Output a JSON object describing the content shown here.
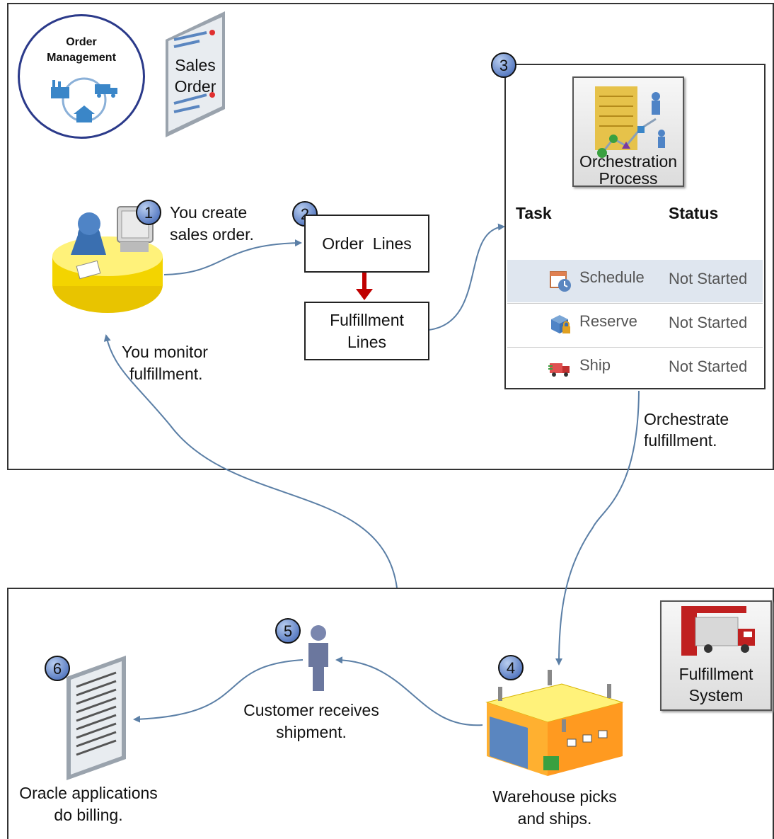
{
  "order_management": {
    "line1": "Order",
    "line2": "Management"
  },
  "sales_order": {
    "line1": "Sales",
    "line2": "Order"
  },
  "step1": {
    "number": "1",
    "line1": "You create",
    "line2": "sales order."
  },
  "step2": {
    "number": "2",
    "box1": "Order  Lines",
    "box2_line1": "Fulfillment",
    "box2_line2": "Lines"
  },
  "step3": {
    "number": "3",
    "tile_line1": "Orchestration",
    "tile_line2": "Process",
    "col_task": "Task",
    "col_status": "Status",
    "rows": [
      {
        "task": "Schedule",
        "status": "Not Started"
      },
      {
        "task": "Reserve",
        "status": "Not Started"
      },
      {
        "task": "Ship",
        "status": "Not Started"
      }
    ]
  },
  "monitor": {
    "line1": "You monitor",
    "line2": "fulfillment."
  },
  "orchestrate": {
    "line1": "Orchestrate",
    "line2": "fulfillment."
  },
  "step4": {
    "number": "4",
    "line1": "Warehouse picks",
    "line2": "and ships."
  },
  "step5": {
    "number": "5",
    "line1": "Customer receives",
    "line2": "shipment."
  },
  "step6": {
    "number": "6",
    "line1": "Oracle applications",
    "line2": "do billing."
  },
  "fulfillment_system": {
    "line1": "Fulfillment",
    "line2": "System"
  },
  "colors": {
    "arrow": "#5b7fa6",
    "red_arrow": "#c00000",
    "highlight_row": "#dfe6ef"
  }
}
